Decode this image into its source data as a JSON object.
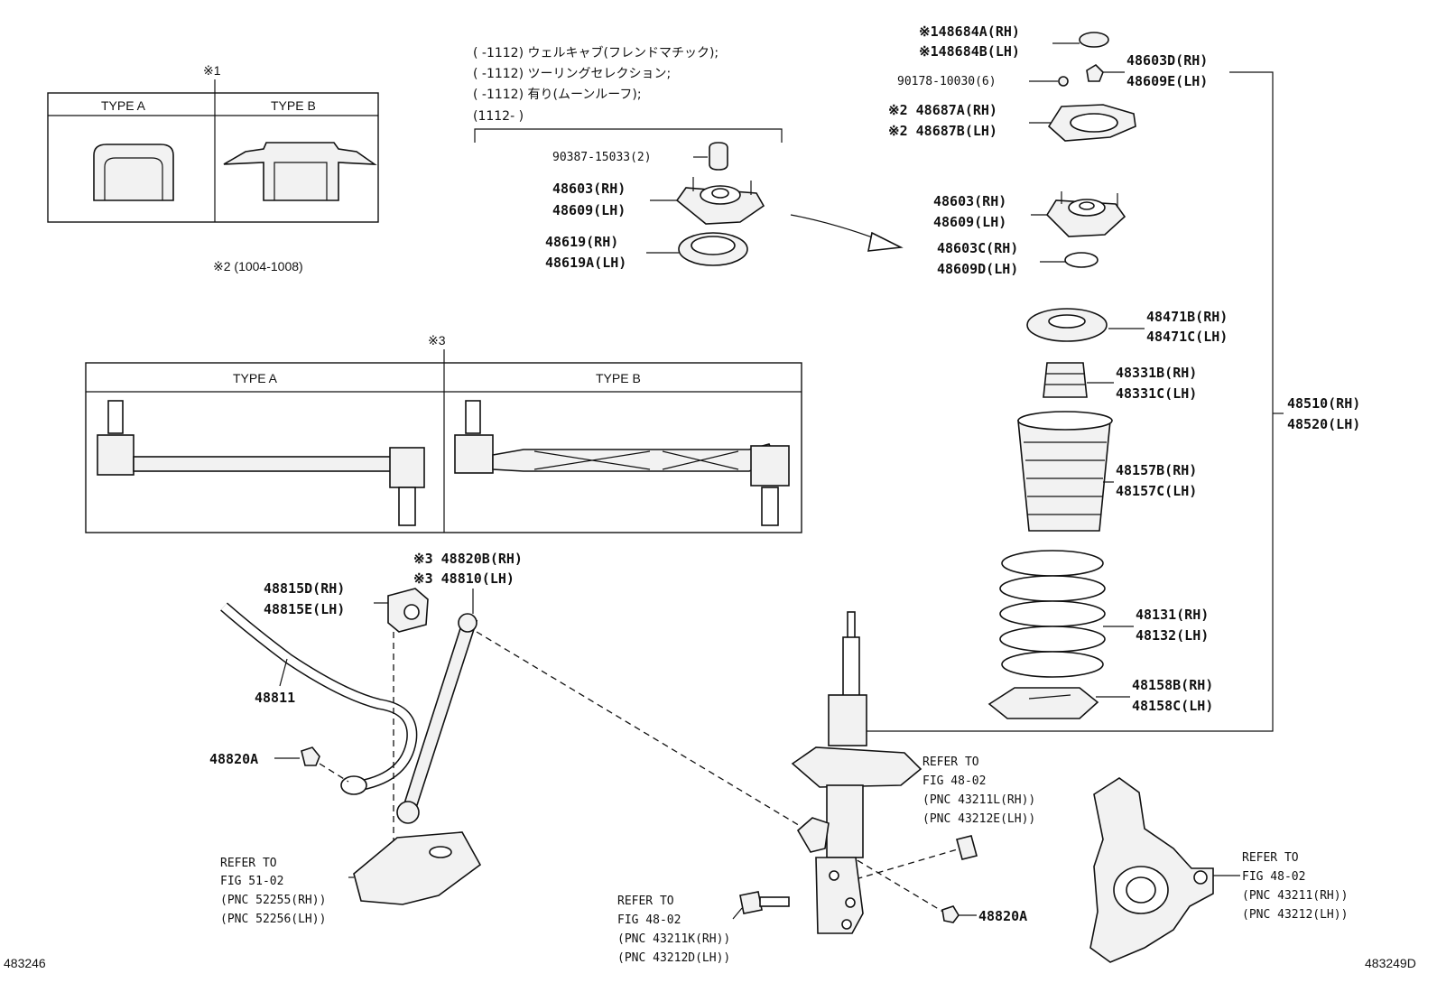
{
  "callouts": {
    "type_ab_note": "※1",
    "type_a": "TYPE A",
    "type_b": "TYPE B",
    "note2": "※2 (1004-1008)",
    "stab_note": "※3",
    "stab_type_a": "TYPE A",
    "stab_type_b": "TYPE B"
  },
  "conditions": {
    "c1": "(      -1112)  ウェルキャブ(フレンドマチック);",
    "c2": "(      -1112)  ツーリングセレクション;",
    "c3": "(      -1112)  有り(ムーンルーフ);",
    "c4": "(1112-      )"
  },
  "parts": {
    "p90387": "90387-15033(2)",
    "p48603_rh": "48603(RH)",
    "p48609_lh": "48609(LH)",
    "p48619_rh": "48619(RH)",
    "p48619a_lh": "48619A(LH)",
    "p48684a": "※148684A(RH)",
    "p48684b": "※148684B(LH)",
    "p90178": "90178-10030(6)",
    "p48603d": "48603D(RH)",
    "p48609e": "48609E(LH)",
    "p48687a": "※2 48687A(RH)",
    "p48687b": "※2 48687B(LH)",
    "p48603_rh2": "48603(RH)",
    "p48609_lh2": "48609(LH)",
    "p48603c": "48603C(RH)",
    "p48609d": "48609D(LH)",
    "p48471b": "48471B(RH)",
    "p48471c": "48471C(LH)",
    "p48331b": "48331B(RH)",
    "p48331c": "48331C(LH)",
    "p48510": "48510(RH)",
    "p48520": "48520(LH)",
    "p48157b": "48157B(RH)",
    "p48157c": "48157C(LH)",
    "p48131": "48131(RH)",
    "p48132": "48132(LH)",
    "p48158b": "48158B(RH)",
    "p48158c": "48158C(LH)",
    "p48820b": "※3  48820B(RH)",
    "p48810": "※3  48810(LH)",
    "p48815d": "48815D(RH)",
    "p48815e": "48815E(LH)",
    "p48811": "48811",
    "p48820a_left": "48820A",
    "p48820a_right": "48820A"
  },
  "refs": {
    "r1_line1": "REFER TO",
    "r1_line2": "FIG 48-02",
    "r1_line3": "(PNC 43211L(RH))",
    "r1_line4": "(PNC 43212E(LH))",
    "r2_line1": "REFER TO",
    "r2_line2": "FIG 51-02",
    "r2_line3": "(PNC 52255(RH))",
    "r2_line4": "(PNC 52256(LH))",
    "r3_line1": "REFER TO",
    "r3_line2": "FIG 48-02",
    "r3_line3": "(PNC 43211K(RH))",
    "r3_line4": "(PNC 43212D(LH))",
    "r4_line1": "REFER TO",
    "r4_line2": "FIG 48-02",
    "r4_line3": "(PNC 43211(RH))",
    "r4_line4": "(PNC 43212(LH))"
  },
  "footer": {
    "left_id": "483246",
    "right_id": "483249D"
  }
}
